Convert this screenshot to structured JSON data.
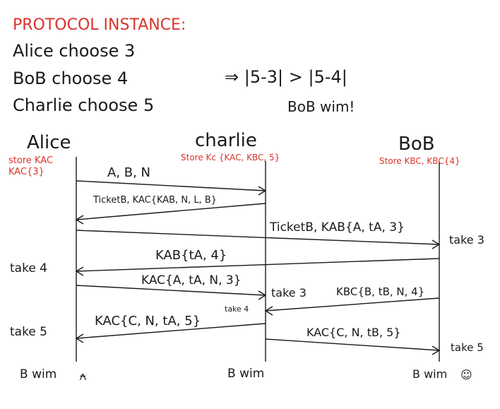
{
  "heading": "PROTOCOL INSTANCE:",
  "choices": [
    "Alice choose 3",
    "BoB choose 4",
    "Charlie choose 5"
  ],
  "comparison": "⇒ |5-3| > |5-4|",
  "winner_note": "BoB wim!",
  "participants": {
    "alice": {
      "name": "Alice",
      "store": [
        "store KAC",
        "KAC{3}"
      ]
    },
    "charlie": {
      "name": "charlie",
      "store": "Store Kc {KAC, KBC, 5}"
    },
    "bob": {
      "name": "BoB",
      "store": "Store KBC, KBC{4}"
    }
  },
  "messages": [
    {
      "label": "A, B, N"
    },
    {
      "label": "TicketB, KAC{KAB, N, L, B}"
    },
    {
      "label": "TicketB, KAB{A, tA, 3}"
    },
    {
      "label": "KAB{tA, 4}"
    },
    {
      "label": "KAC{A, tA, N, 3}"
    },
    {
      "label": "KBC{B, tB, N, 4}"
    },
    {
      "label": "KAC{C, N, tA, 5}"
    },
    {
      "label": "KAC{C, N, tB, 5}"
    }
  ],
  "notes": {
    "bob_take3": "take 3",
    "alice_take4": "take 4",
    "charlie_take3": "take 3",
    "charlie_take4": "take 4",
    "alice_take5": "take 5",
    "bob_take5": "take 5"
  },
  "outcomes": {
    "alice": "B wim",
    "alice_face": "⍲",
    "charlie": "B wim",
    "bob": "B wim",
    "bob_face": "☺"
  }
}
